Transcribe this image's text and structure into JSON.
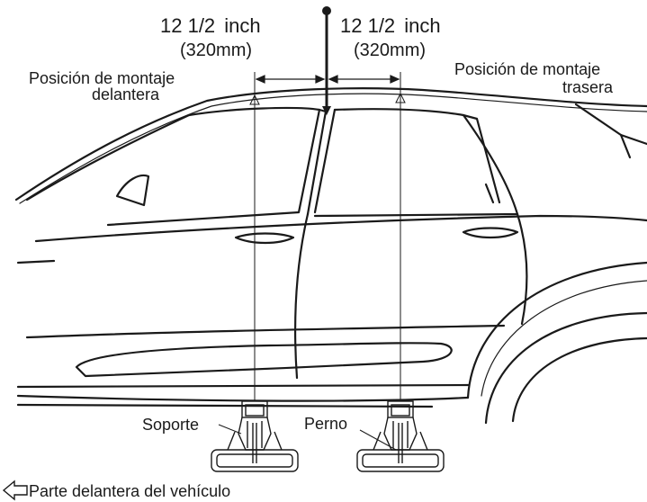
{
  "dimensions": {
    "left": {
      "value": "12 1/2",
      "unit": "inch",
      "metric": "(320mm)"
    },
    "right": {
      "value": "12 1/2",
      "unit": "inch",
      "metric": "(320mm)"
    }
  },
  "labels": {
    "front_mount": [
      "Posición de montaje",
      "delantera"
    ],
    "rear_mount": [
      "Posición de montaje",
      "trasera"
    ],
    "bracket": "Soporte",
    "bolt": "Perno",
    "vehicle_front": "Parte delantera del vehículo"
  },
  "colors": {
    "ink": "#1a1a1a",
    "background": "#ffffff"
  },
  "icons": {
    "direction": "arrow-left-outline-icon"
  }
}
